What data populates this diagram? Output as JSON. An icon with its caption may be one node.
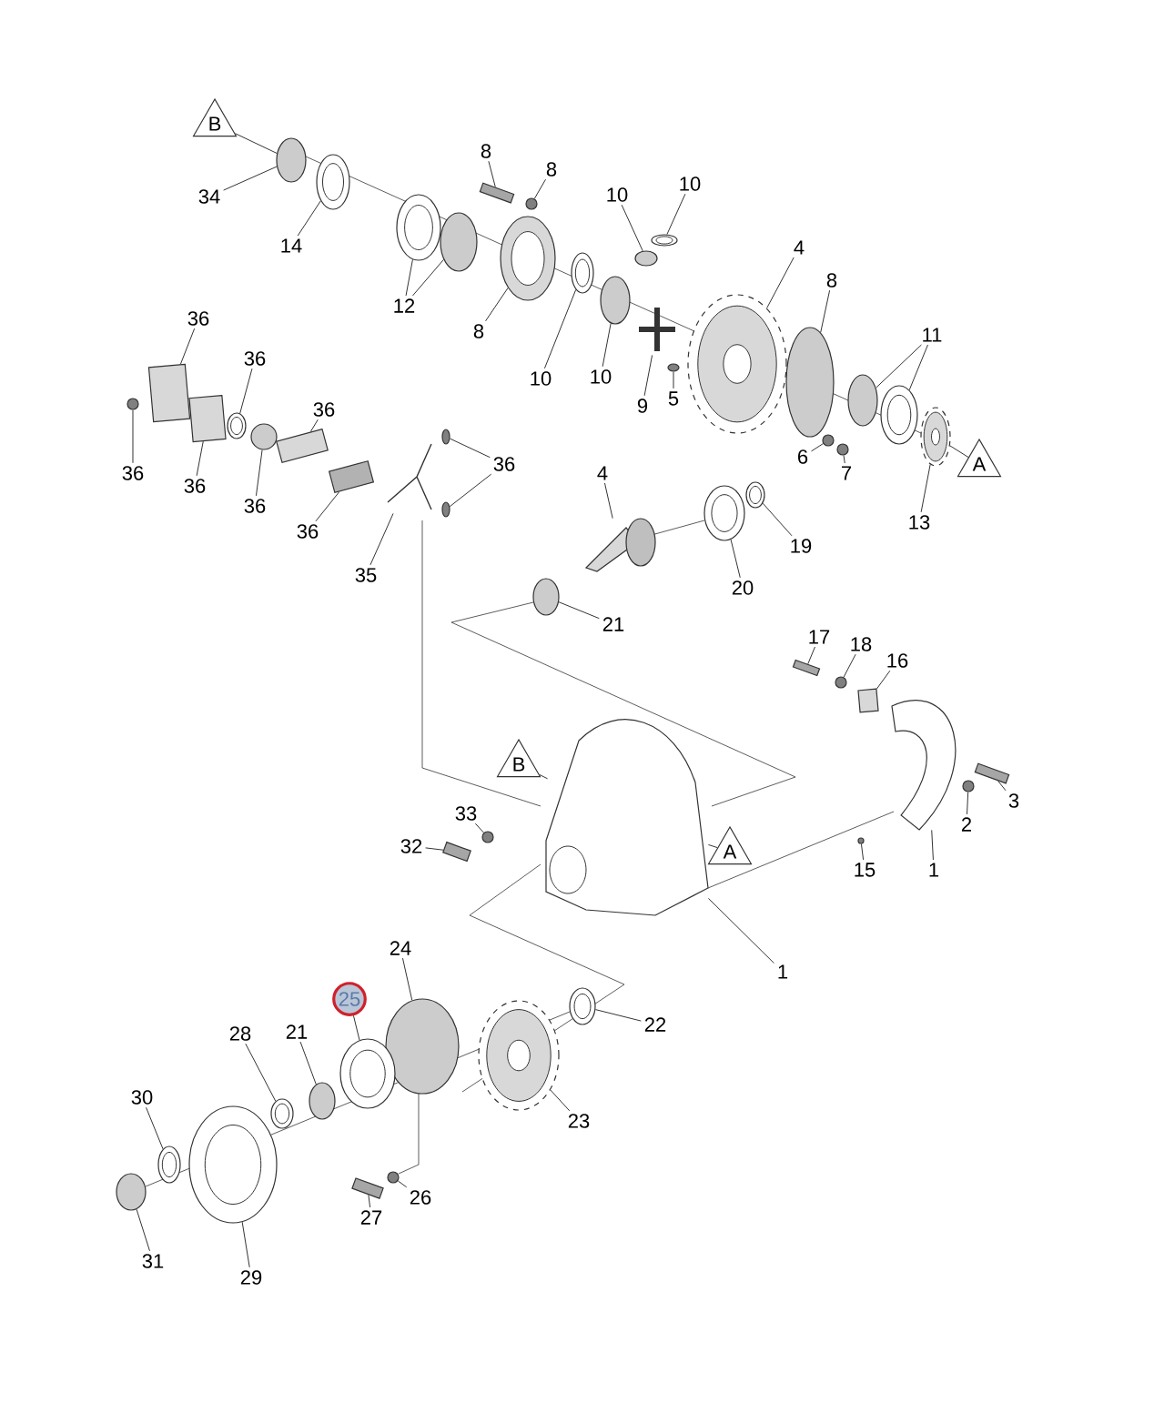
{
  "diagram": {
    "nodes": [
      {
        "text": [
          "B"
        ]
      },
      {
        "text": [
          "34"
        ]
      },
      {
        "text": [
          "14"
        ]
      },
      {
        "text": [
          "8"
        ]
      },
      {
        "text": [
          "8"
        ]
      },
      {
        "text": [
          "10"
        ]
      },
      {
        "text": [
          "10"
        ]
      },
      {
        "text": [
          "12"
        ]
      },
      {
        "text": [
          "8"
        ]
      },
      {
        "text": [
          "4"
        ]
      },
      {
        "text": [
          "8"
        ]
      },
      {
        "text": [
          "11"
        ]
      },
      {
        "text": [
          "36"
        ]
      },
      {
        "text": [
          "36"
        ]
      },
      {
        "text": [
          "10"
        ]
      },
      {
        "text": [
          "10"
        ]
      },
      {
        "text": [
          "9"
        ]
      },
      {
        "text": [
          "5"
        ]
      },
      {
        "text": [
          "36"
        ]
      },
      {
        "text": [
          "6"
        ]
      },
      {
        "text": [
          "7"
        ]
      },
      {
        "text": [
          "A"
        ]
      },
      {
        "text": [
          "36"
        ]
      },
      {
        "text": [
          "36"
        ]
      },
      {
        "text": [
          "36"
        ]
      },
      {
        "text": [
          "36"
        ]
      },
      {
        "text": [
          "4"
        ]
      },
      {
        "text": [
          "13"
        ]
      },
      {
        "text": [
          "36"
        ]
      },
      {
        "text": [
          "19"
        ]
      },
      {
        "text": [
          "35"
        ]
      },
      {
        "text": [
          "20"
        ]
      },
      {
        "text": [
          "21"
        ]
      },
      {
        "text": [
          "17"
        ]
      },
      {
        "text": [
          "18"
        ]
      },
      {
        "text": [
          "16"
        ]
      },
      {
        "text": [
          "B"
        ]
      },
      {
        "text": [
          "3"
        ]
      },
      {
        "text": [
          "33"
        ]
      },
      {
        "text": [
          "2"
        ]
      },
      {
        "text": [
          "32"
        ]
      },
      {
        "text": [
          "A"
        ]
      },
      {
        "text": [
          "15"
        ]
      },
      {
        "text": [
          "1"
        ]
      },
      {
        "text": [
          "1"
        ]
      },
      {
        "text": [
          "24"
        ]
      },
      {
        "text": [
          "25"
        ]
      },
      {
        "text": [
          "22"
        ]
      },
      {
        "text": [
          "28"
        ]
      },
      {
        "text": [
          "21"
        ]
      },
      {
        "text": [
          "30"
        ]
      },
      {
        "text": [
          "23"
        ]
      },
      {
        "text": [
          "26"
        ]
      },
      {
        "text": [
          "27"
        ]
      },
      {
        "text": [
          "31"
        ]
      },
      {
        "text": [
          "29"
        ]
      },
      {
        "text": [],
        "shape": "circle"
      },
      {
        "text": [],
        "shape": "picture"
      },
      {
        "text": [],
        "shape": "box"
      },
      {
        "text": [],
        "shape": "circle"
      },
      {
        "text": [],
        "shape": "circle"
      },
      {
        "text": [],
        "shape": "picture"
      },
      {
        "text": [],
        "shape": "picture"
      },
      {
        "text": [],
        "shape": "circle"
      },
      {
        "text": [],
        "shape": "picture"
      },
      {
        "text": [],
        "shape": "picture"
      },
      {
        "text": [],
        "shape": "circle"
      },
      {
        "text": [],
        "shape": "circle"
      },
      {
        "text": [],
        "shape": "picture"
      },
      {
        "text": [],
        "shape": "box"
      },
      {
        "text": [],
        "shape": "picture"
      },
      {
        "text": [],
        "shape": "picture"
      },
      {
        "text": [],
        "shape": "circle"
      },
      {
        "text": [],
        "shape": "picture"
      },
      {
        "text": [],
        "shape": "circle"
      },
      {
        "text": [],
        "shape": "box"
      },
      {
        "text": [],
        "shape": "circle"
      },
      {
        "text": [],
        "shape": "circle"
      },
      {
        "text": [],
        "shape": "picture"
      },
      {
        "text": [],
        "shape": "circle"
      },
      {
        "text": [],
        "shape": "circle"
      },
      {
        "text": [],
        "shape": "circle"
      },
      {
        "text": [],
        "shape": "box"
      },
      {
        "text": [],
        "shape": "circle"
      },
      {
        "text": [],
        "shape": "box"
      },
      {
        "text": [],
        "shape": "picture"
      },
      {
        "text": [],
        "shape": "picture"
      },
      {
        "text": [],
        "shape": "picture"
      },
      {
        "text": [],
        "shape": "picture"
      },
      {
        "text": [],
        "shape": "circle"
      },
      {
        "text": [],
        "shape": "box"
      },
      {
        "text": [],
        "shape": "circle"
      },
      {
        "text": [],
        "shape": "box"
      },
      {
        "text": [],
        "shape": "picture"
      },
      {
        "text": [],
        "shape": "box"
      },
      {
        "text": [],
        "shape": "circle"
      },
      {
        "text": [],
        "shape": "circle"
      },
      {
        "text": [],
        "shape": "box"
      },
      {
        "text": [],
        "shape": "circle"
      },
      {
        "text": [],
        "shape": "picture"
      },
      {
        "text": [],
        "shape": "circle"
      },
      {
        "text": [],
        "shape": "picture"
      },
      {
        "text": [],
        "shape": "picture"
      },
      {
        "text": [],
        "shape": "picture"
      },
      {
        "text": [],
        "shape": "circle"
      },
      {
        "text": [],
        "shape": "picture"
      },
      {
        "text": [],
        "shape": "picture"
      },
      {
        "text": [],
        "shape": "circle"
      },
      {
        "text": [],
        "shape": "box"
      },
      {
        "text": [],
        "shape": "circle"
      },
      {
        "text": [],
        "shape": "picture"
      }
    ],
    "edges": [
      {
        "from": 0,
        "to": 56,
        "arrow": "none"
      },
      {
        "from": 1,
        "to": 56,
        "arrow": "none"
      },
      {
        "from": 2,
        "to": 57,
        "arrow": "none"
      },
      {
        "from": 3,
        "to": 58,
        "arrow": "none"
      },
      {
        "from": 4,
        "to": 59,
        "arrow": "none"
      },
      {
        "from": 5,
        "to": 60,
        "arrow": "none"
      },
      {
        "from": 6,
        "to": 61,
        "arrow": "none"
      },
      {
        "from": 7,
        "to": 62,
        "arrow": "none"
      },
      {
        "from": 7,
        "to": 63,
        "arrow": "none"
      },
      {
        "from": 8,
        "to": 64,
        "arrow": "none"
      },
      {
        "from": 9,
        "to": 65,
        "arrow": "none"
      },
      {
        "from": 10,
        "to": 66,
        "arrow": "none"
      },
      {
        "from": 11,
        "to": 67,
        "arrow": "none"
      },
      {
        "from": 11,
        "to": 68,
        "arrow": "none"
      },
      {
        "from": 12,
        "to": 69,
        "arrow": "none"
      },
      {
        "from": 13,
        "to": 70,
        "arrow": "none"
      },
      {
        "from": 14,
        "to": 71,
        "arrow": "none"
      },
      {
        "from": 15,
        "to": 72,
        "arrow": "none"
      },
      {
        "from": 16,
        "to": 73,
        "arrow": "none"
      },
      {
        "from": 17,
        "to": 74,
        "arrow": "none"
      },
      {
        "from": 18,
        "to": 75,
        "arrow": "none"
      },
      {
        "from": 19,
        "to": 76,
        "arrow": "none"
      },
      {
        "from": 20,
        "to": 77,
        "arrow": "none"
      },
      {
        "from": 21,
        "to": 78,
        "arrow": "none"
      },
      {
        "from": 22,
        "to": 79,
        "arrow": "none"
      },
      {
        "from": 22,
        "to": 80,
        "arrow": "none"
      },
      {
        "from": 23,
        "to": 81,
        "arrow": "none"
      },
      {
        "from": 24,
        "to": 82,
        "arrow": "none"
      },
      {
        "from": 25,
        "to": 83,
        "arrow": "none"
      },
      {
        "from": 26,
        "to": 86,
        "arrow": "none"
      },
      {
        "from": 27,
        "to": 78,
        "arrow": "none"
      },
      {
        "from": 28,
        "to": 84,
        "arrow": "none"
      },
      {
        "from": 29,
        "to": 87,
        "arrow": "none"
      },
      {
        "from": 30,
        "to": 85,
        "arrow": "none"
      },
      {
        "from": 31,
        "to": 88,
        "arrow": "none"
      },
      {
        "from": 32,
        "to": 89,
        "arrow": "none"
      },
      {
        "from": 33,
        "to": 90,
        "arrow": "none"
      },
      {
        "from": 34,
        "to": 91,
        "arrow": "none"
      },
      {
        "from": 35,
        "to": 92,
        "arrow": "none"
      },
      {
        "from": 36,
        "to": 93,
        "arrow": "none"
      },
      {
        "from": 37,
        "to": 94,
        "arrow": "none"
      },
      {
        "from": 38,
        "to": 95,
        "arrow": "none"
      },
      {
        "from": 39,
        "to": 96,
        "arrow": "none"
      },
      {
        "from": 40,
        "to": 97,
        "arrow": "none"
      },
      {
        "from": 41,
        "to": 93,
        "arrow": "none"
      },
      {
        "from": 42,
        "to": 98,
        "arrow": "none"
      },
      {
        "from": 43,
        "to": 99,
        "arrow": "none"
      },
      {
        "from": 44,
        "to": 93,
        "arrow": "none"
      },
      {
        "from": 45,
        "to": 100,
        "arrow": "none"
      },
      {
        "from": 46,
        "to": 101,
        "arrow": "none"
      },
      {
        "from": 47,
        "to": 102,
        "arrow": "none"
      },
      {
        "from": 48,
        "to": 103,
        "arrow": "none"
      },
      {
        "from": 49,
        "to": 104,
        "arrow": "none"
      },
      {
        "from": 50,
        "to": 105,
        "arrow": "none"
      },
      {
        "from": 51,
        "to": 106,
        "arrow": "none"
      },
      {
        "from": 52,
        "to": 107,
        "arrow": "none"
      },
      {
        "from": 53,
        "to": 108,
        "arrow": "none"
      },
      {
        "from": 54,
        "to": 109,
        "arrow": "none"
      },
      {
        "from": 55,
        "to": 110,
        "arrow": "none"
      }
    ]
  }
}
